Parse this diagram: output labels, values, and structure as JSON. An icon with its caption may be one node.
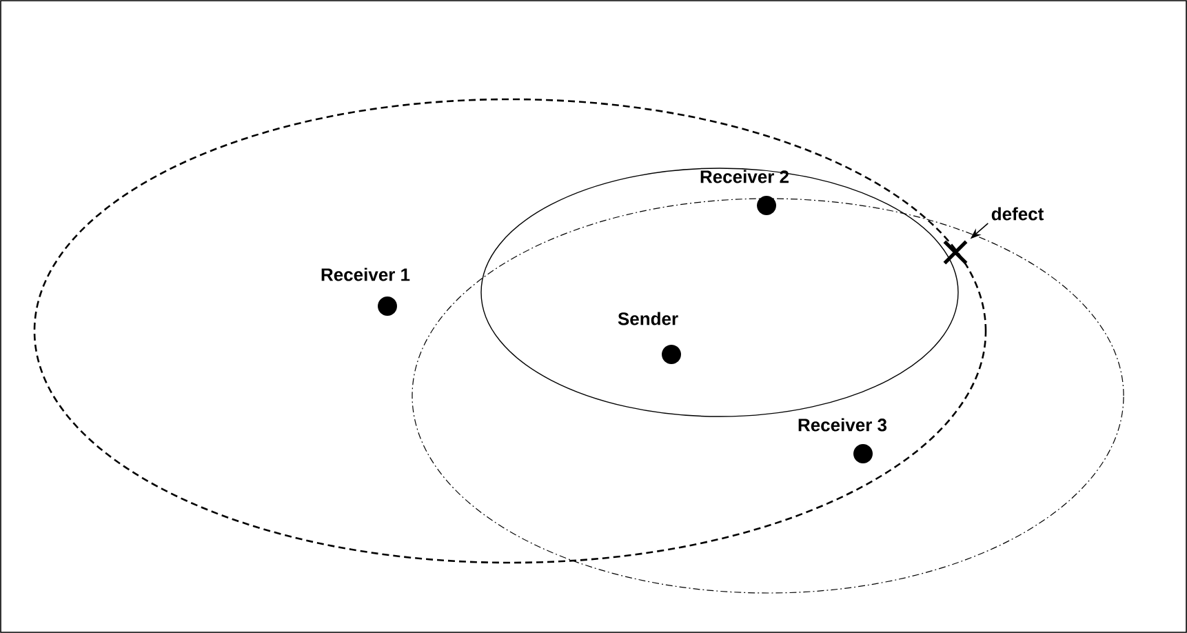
{
  "diagram": {
    "nodes": [
      {
        "text": [
          "defect"
        ]
      },
      {
        "text": [],
        "shape": "cross"
      }
    ],
    "edges": [
      {
        "from": 0,
        "to": 1,
        "arrow": "to"
      }
    ],
    "labels": [
      "Receiver 1",
      "Receiver 2",
      "Sender",
      "Receiver 3"
    ]
  }
}
